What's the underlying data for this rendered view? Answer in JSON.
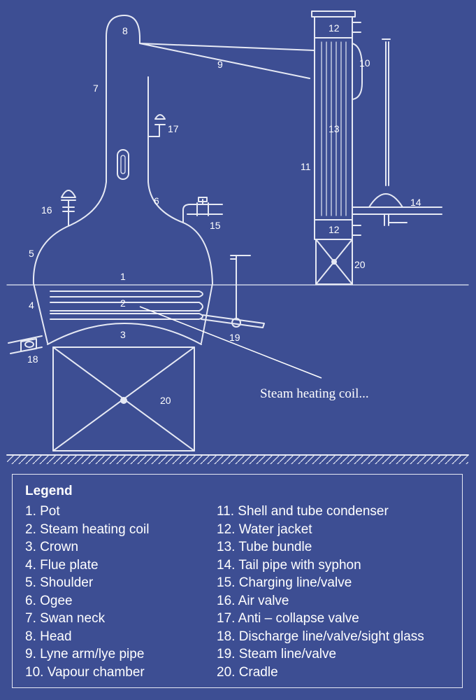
{
  "diagram": {
    "part_labels": [
      "1",
      "2",
      "3",
      "4",
      "5",
      "6",
      "7",
      "8",
      "9",
      "10",
      "11",
      "12",
      "12",
      "13",
      "14",
      "15",
      "16",
      "17",
      "18",
      "19",
      "20",
      "20"
    ],
    "annotation": "Steam heating coil...",
    "colors": {
      "background": "#3d4e93",
      "line": "#e6e9f4",
      "text": "#ffffff"
    }
  },
  "legend": {
    "title": "Legend",
    "left": [
      "1. Pot",
      "2. Steam heating coil",
      "3. Crown",
      "4. Flue plate",
      "5. Shoulder",
      "6. Ogee",
      "7. Swan neck",
      "8. Head",
      "9. Lyne arm/lye pipe",
      "10. Vapour chamber"
    ],
    "right": [
      "11. Shell and tube condenser",
      "12. Water jacket",
      "13. Tube bundle",
      "14. Tail pipe with syphon",
      "15. Charging line/valve",
      "16. Air valve",
      "17. Anti – collapse valve",
      "18. Discharge line/valve/sight glass",
      "19. Steam line/valve",
      "20. Cradle"
    ]
  }
}
